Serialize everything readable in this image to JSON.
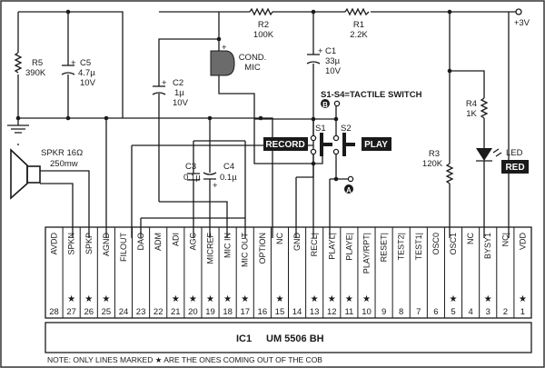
{
  "title": "Voice recorder circuit using UM5506 BH",
  "supply": {
    "label": "+3V"
  },
  "components": {
    "r1": {
      "name": "R1",
      "value": "2.2K"
    },
    "r2": {
      "name": "R2",
      "value": "100K"
    },
    "r3": {
      "name": "R3",
      "value": "120K"
    },
    "r4": {
      "name": "R4",
      "value": "1K"
    },
    "r5": {
      "name": "R5",
      "value": "390K"
    },
    "c1": {
      "name": "C1",
      "value": "33µ",
      "rating": "10V"
    },
    "c2": {
      "name": "C2",
      "value": "1µ",
      "rating": "10V"
    },
    "c3": {
      "name": "C3",
      "value": "0.1µ"
    },
    "c4": {
      "name": "C4",
      "value": "0.1µ"
    },
    "c5": {
      "name": "C5",
      "value": "4.7µ",
      "rating": "10V"
    },
    "mic": {
      "line1": "COND.",
      "line2": "MIC"
    },
    "speaker": {
      "line1": "SPKR 16Ω",
      "line2": "250mw"
    },
    "led": {
      "label": "LED",
      "color_label": "RED"
    },
    "s1": {
      "name": "S1",
      "function": "RECORD"
    },
    "s2": {
      "name": "S2",
      "function": "PLAY"
    },
    "switch_note": "S1-S4=TACTILE SWITCH",
    "node_a": "A",
    "node_b": "B"
  },
  "ic": {
    "ref": "IC1",
    "part": "UM 5506 BH",
    "pins": [
      {
        "num": "28",
        "name": "AVDD",
        "star": false
      },
      {
        "num": "27",
        "name": "SPKN",
        "star": true
      },
      {
        "num": "26",
        "name": "SPKP",
        "star": true
      },
      {
        "num": "25",
        "name": "AGND",
        "star": true
      },
      {
        "num": "24",
        "name": "FILOUT",
        "star": false
      },
      {
        "num": "23",
        "name": "DAO",
        "star": false
      },
      {
        "num": "22",
        "name": "ADM",
        "star": false
      },
      {
        "num": "21",
        "name": "ADI",
        "star": true
      },
      {
        "num": "20",
        "name": "AGC",
        "star": true
      },
      {
        "num": "19",
        "name": "MICREF",
        "star": true
      },
      {
        "num": "18",
        "name": "MIC IN",
        "star": true
      },
      {
        "num": "17",
        "name": "MIC OUT",
        "star": true
      },
      {
        "num": "16",
        "name": "OPTION",
        "star": false
      },
      {
        "num": "15",
        "name": "NC",
        "star": true
      },
      {
        "num": "14",
        "name": "GND",
        "star": false
      },
      {
        "num": "13",
        "name": "RECL|",
        "star": true
      },
      {
        "num": "12",
        "name": "PLAYL|",
        "star": true
      },
      {
        "num": "11",
        "name": "PLAYE|",
        "star": true
      },
      {
        "num": "10",
        "name": "PLAY/RPT|",
        "star": true
      },
      {
        "num": "9",
        "name": "RESET|",
        "star": false
      },
      {
        "num": "8",
        "name": "TEST2|",
        "star": false
      },
      {
        "num": "7",
        "name": "TEST1|",
        "star": false
      },
      {
        "num": "6",
        "name": "OSC0",
        "star": false
      },
      {
        "num": "5",
        "name": "OSC1",
        "star": true
      },
      {
        "num": "4",
        "name": "NC",
        "star": false
      },
      {
        "num": "3",
        "name": "BYSY1",
        "star": true
      },
      {
        "num": "2",
        "name": "NC|",
        "star": false
      },
      {
        "num": "1",
        "name": "VDD",
        "star": true
      }
    ]
  },
  "star_glyph": "★",
  "note": "NOTE: ONLY LINES MARKED ★ ARE THE ONES COMING OUT OF THE COB"
}
